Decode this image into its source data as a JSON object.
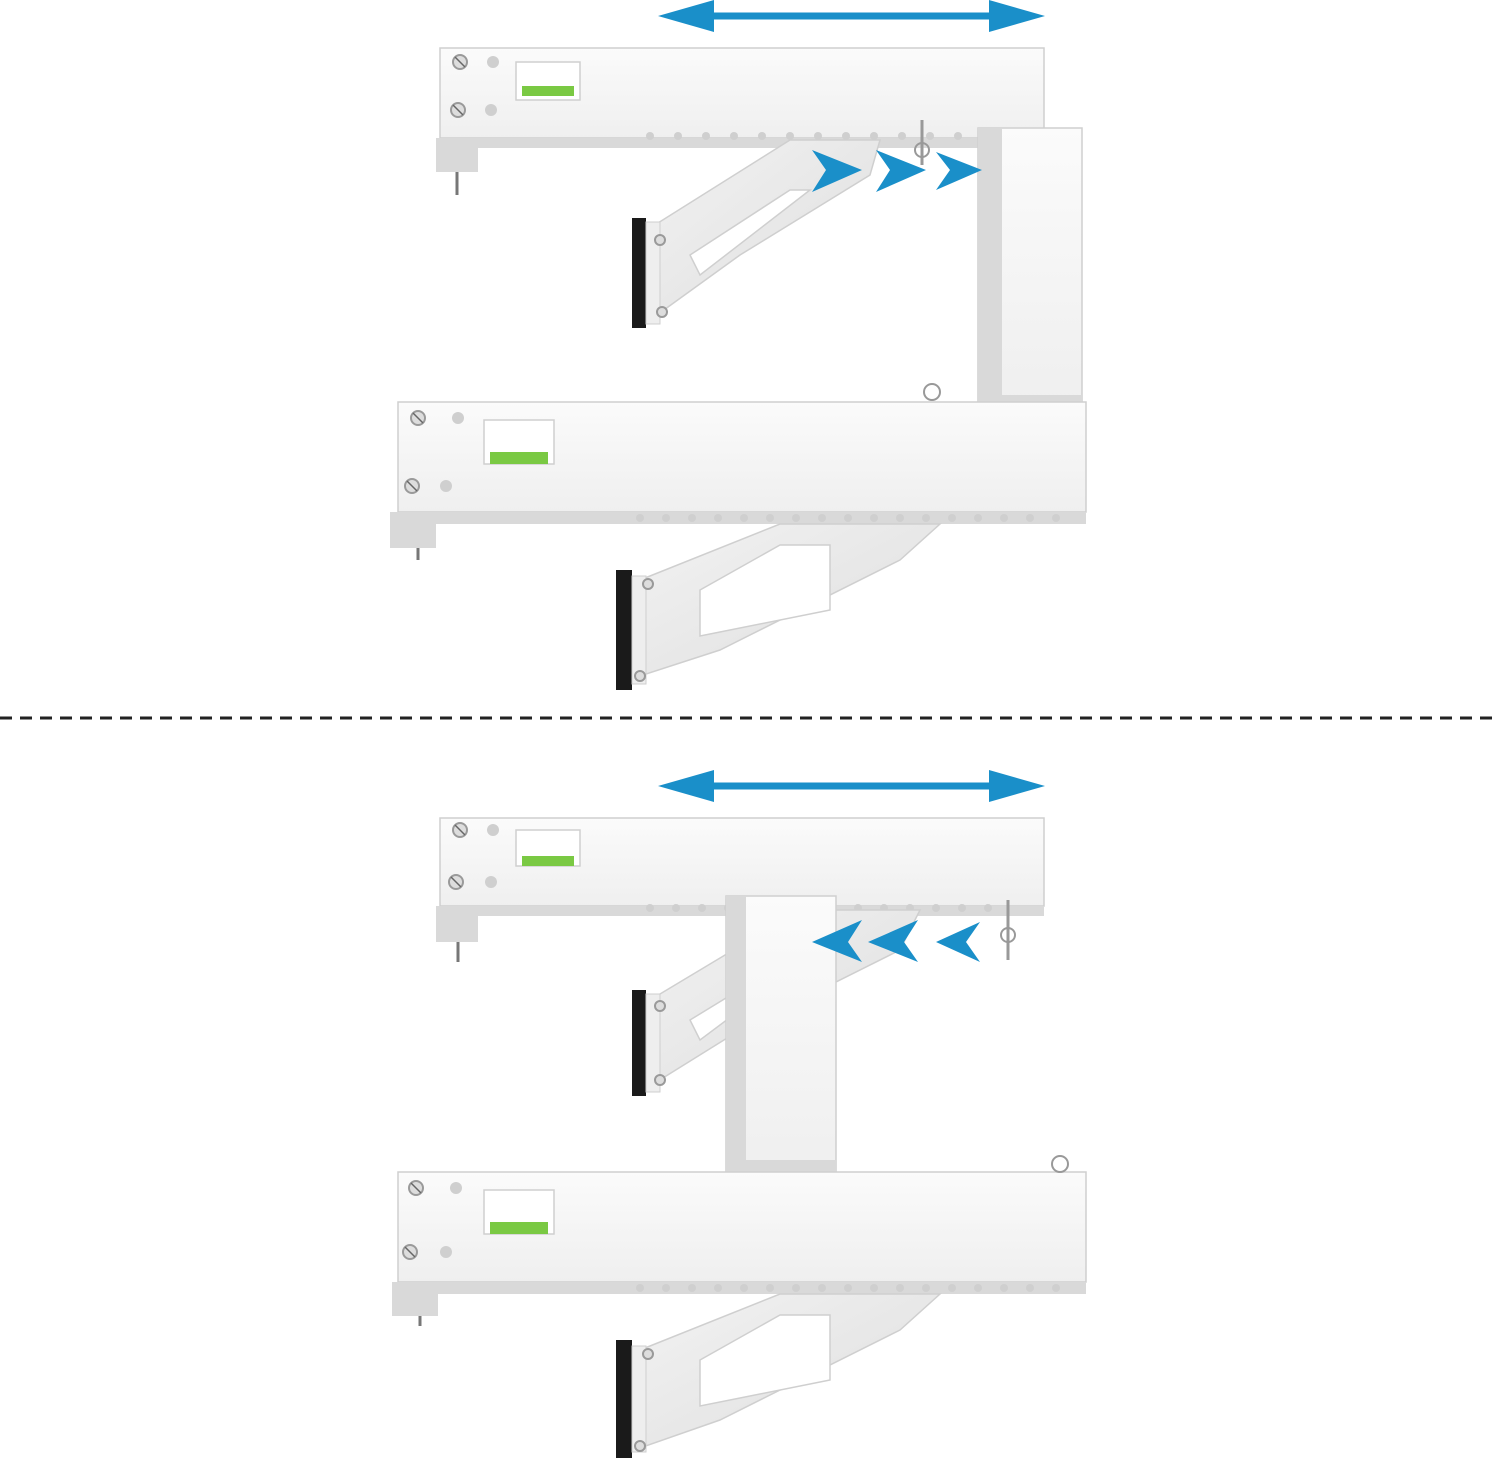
{
  "colors": {
    "background": "#ffffff",
    "arrow_accent": "#1a8fc9",
    "bracket_face": "#f6f6f6",
    "bracket_shadow": "#d9d9d9",
    "bracket_edge": "#cfcfcf",
    "hole": "#cfcfcf",
    "level_bubble": "#7ac943",
    "rubber_pad": "#1a1a1a",
    "screw": "#9a9a9a",
    "divider": "#222222"
  },
  "panels": [
    {
      "id": "extended",
      "adjust_direction": "extend",
      "arrow_icon": "double-arrow-icon",
      "chevron_icon": "chevron-right-icon"
    },
    {
      "id": "retracted",
      "adjust_direction": "retract",
      "arrow_icon": "double-arrow-icon",
      "chevron_icon": "chevron-left-icon"
    }
  ],
  "divider_style": "dashed"
}
